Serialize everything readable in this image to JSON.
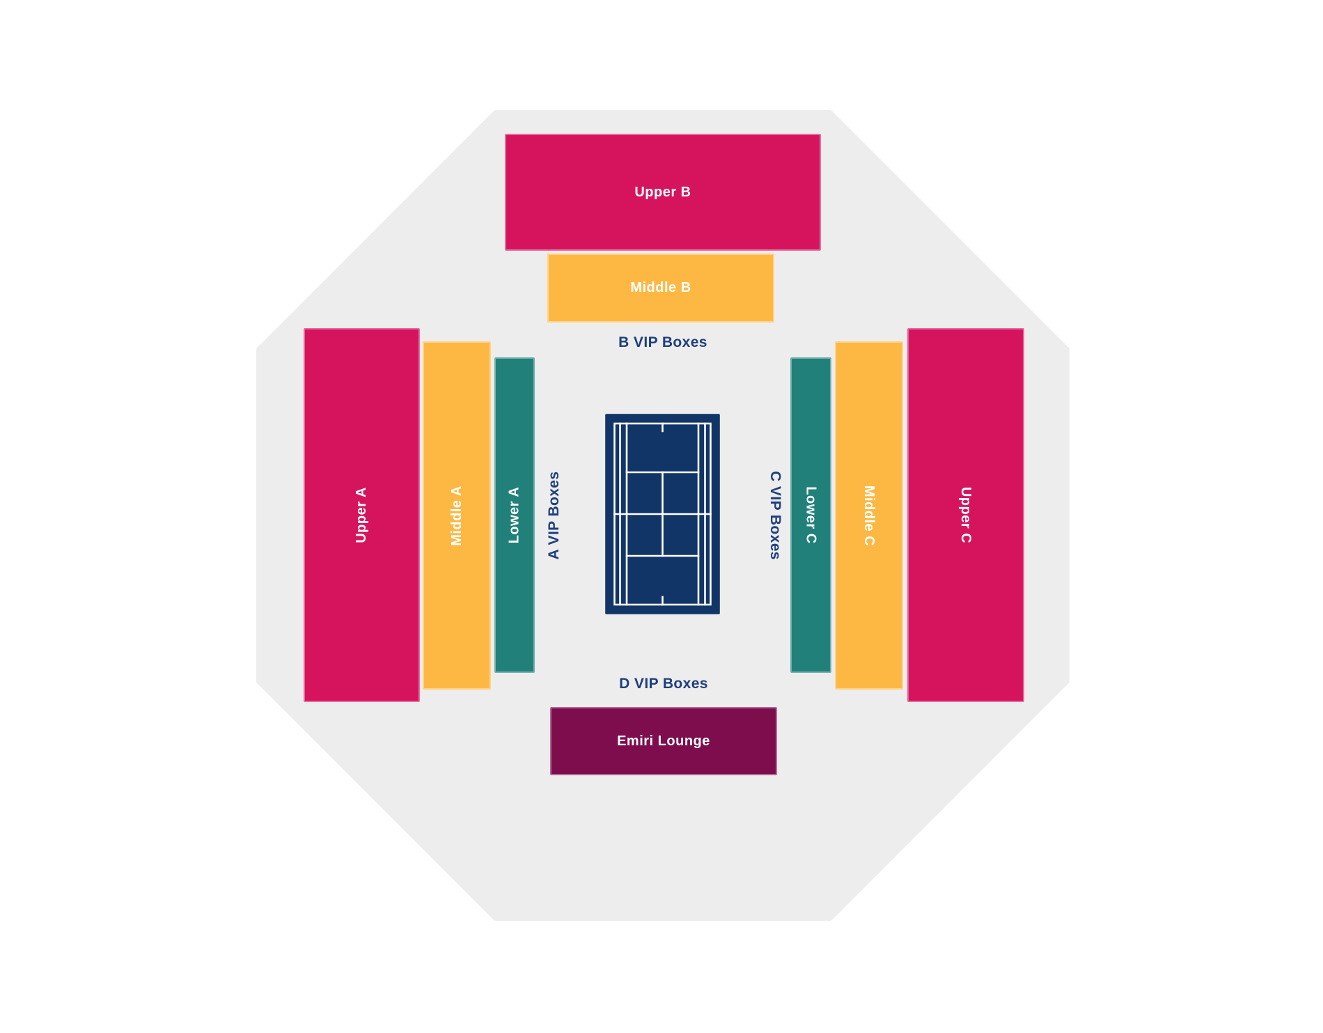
{
  "map": {
    "stands": {
      "a": {
        "upper": "Upper A",
        "middle": "Middle A",
        "lower": "Lower A",
        "vip": "A VIP Boxes"
      },
      "b": {
        "upper": "Upper B",
        "middle": "Middle B",
        "vip": "B VIP Boxes"
      },
      "c": {
        "upper": "Upper C",
        "middle": "Middle C",
        "lower": "Lower C",
        "vip": "C VIP Boxes"
      },
      "d": {
        "vip": "D VIP Boxes",
        "lounge": "Emiri Lounge"
      }
    },
    "colors": {
      "upper_tier": "#d6145e",
      "middle_tier": "#fdb843",
      "lower_tier": "#21807a",
      "emiri_lounge": "#7e0d4e",
      "bowl": "#ededed",
      "court_surface": "#123568",
      "court_lines": "#ffffff",
      "section_label_text": "#ffffff",
      "vip_label_text": "#1e3f7e"
    }
  }
}
